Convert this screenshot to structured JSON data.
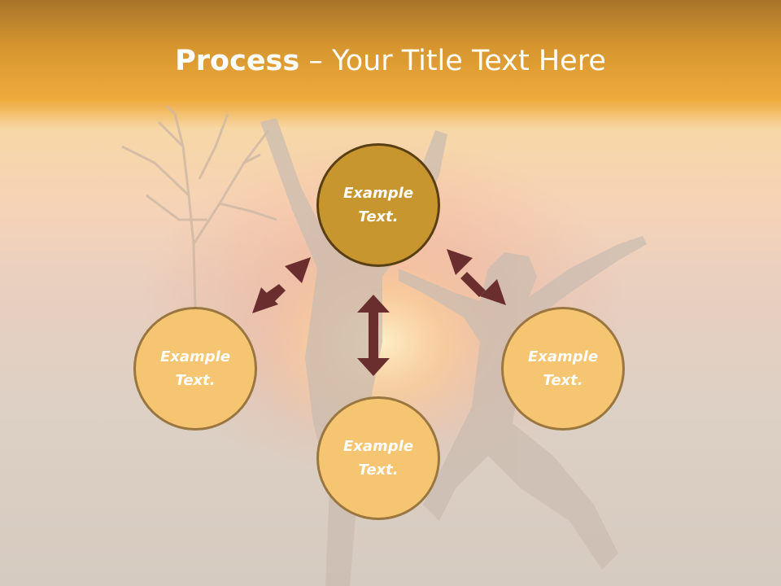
{
  "title": {
    "bold": "Process",
    "rest": " – Your Title Text Here"
  },
  "diagram": {
    "nodes": [
      {
        "id": "top",
        "line1": "Example",
        "line2": "Text."
      },
      {
        "id": "left",
        "line1": "Example",
        "line2": "Text."
      },
      {
        "id": "bottom",
        "line1": "Example",
        "line2": "Text."
      },
      {
        "id": "right",
        "line1": "Example",
        "line2": "Text."
      }
    ],
    "arrows": [
      {
        "from": "top",
        "to": "left"
      },
      {
        "from": "top",
        "to": "bottom"
      },
      {
        "from": "top",
        "to": "right"
      }
    ],
    "colors": {
      "top_fill": "#c8962f",
      "side_fill": "#f6c571",
      "arrow": "#6b2e2e",
      "header": "#eda93b"
    }
  }
}
